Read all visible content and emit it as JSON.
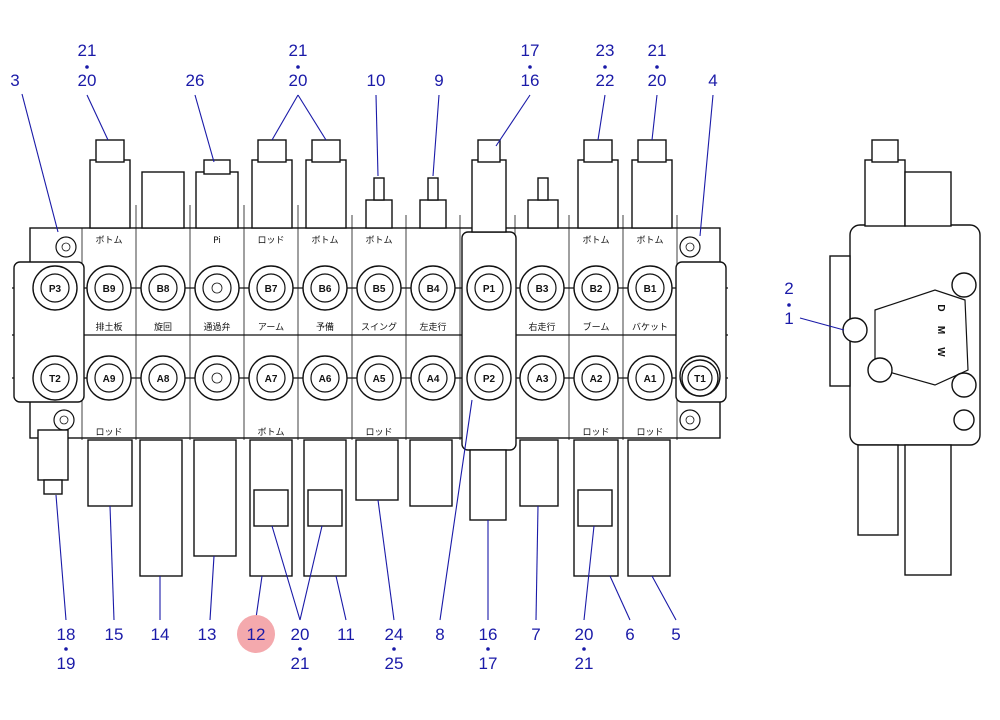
{
  "highlight_color": "#f4a9ad",
  "callout_color": "#1a1aa8",
  "top_callouts": [
    {
      "id": "c-21-20-left",
      "upper": "21",
      "lower": "20"
    },
    {
      "id": "c-3",
      "upper": "",
      "lower": "3"
    },
    {
      "id": "c-26",
      "upper": "",
      "lower": "26"
    },
    {
      "id": "c-21-20-mid",
      "upper": "21",
      "lower": "20"
    },
    {
      "id": "c-10",
      "upper": "",
      "lower": "10"
    },
    {
      "id": "c-9",
      "upper": "",
      "lower": "9"
    },
    {
      "id": "c-17-16",
      "upper": "17",
      "lower": "16"
    },
    {
      "id": "c-23-22",
      "upper": "23",
      "lower": "22"
    },
    {
      "id": "c-21-20-right",
      "upper": "21",
      "lower": "20"
    },
    {
      "id": "c-4",
      "upper": "",
      "lower": "4"
    },
    {
      "id": "c-2-1",
      "upper": "2",
      "lower": "1"
    }
  ],
  "bottom_callouts": [
    {
      "id": "b-18-19",
      "upper": "18",
      "lower": "19"
    },
    {
      "id": "b-15",
      "upper": "15",
      "lower": ""
    },
    {
      "id": "b-14",
      "upper": "14",
      "lower": ""
    },
    {
      "id": "b-13",
      "upper": "13",
      "lower": ""
    },
    {
      "id": "b-12",
      "upper": "12",
      "lower": "",
      "highlighted": true
    },
    {
      "id": "b-20-21-left",
      "upper": "20",
      "lower": "21"
    },
    {
      "id": "b-11",
      "upper": "11",
      "lower": ""
    },
    {
      "id": "b-24-25",
      "upper": "24",
      "lower": "25"
    },
    {
      "id": "b-8",
      "upper": "8",
      "lower": ""
    },
    {
      "id": "b-16-17",
      "upper": "16",
      "lower": "17"
    },
    {
      "id": "b-7",
      "upper": "7",
      "lower": ""
    },
    {
      "id": "b-20-21-right",
      "upper": "20",
      "lower": "21"
    },
    {
      "id": "b-6",
      "upper": "6",
      "lower": ""
    },
    {
      "id": "b-5",
      "upper": "5",
      "lower": ""
    }
  ],
  "upper_ports": [
    "P3",
    "B9",
    "B8",
    "",
    "B7",
    "B6",
    "B5",
    "B4",
    "P1",
    "B3",
    "B2",
    "B1"
  ],
  "lower_ports": [
    "T2",
    "A9",
    "A8",
    "",
    "A7",
    "A6",
    "A5",
    "A4",
    "P2",
    "A3",
    "A2",
    "A1",
    "T1"
  ],
  "pi_label": "Pi",
  "top_labels": [
    "ボトム",
    "",
    "Pi",
    "ロッド",
    "ボトム",
    "ボトム",
    "",
    "",
    "ボトム",
    "ボトム"
  ],
  "section_labels": [
    "排土板",
    "旋回",
    "通過弁",
    "アーム",
    "予備",
    "スイング",
    "左走行",
    "",
    "右走行",
    "ブーム",
    "バケット"
  ],
  "bottom_labels": [
    "ロッド",
    "",
    "",
    "ボトム",
    "",
    "ロッド",
    "",
    "",
    "",
    "ロッド",
    "ロッド"
  ],
  "side_letters": [
    "D",
    "M",
    "W"
  ]
}
